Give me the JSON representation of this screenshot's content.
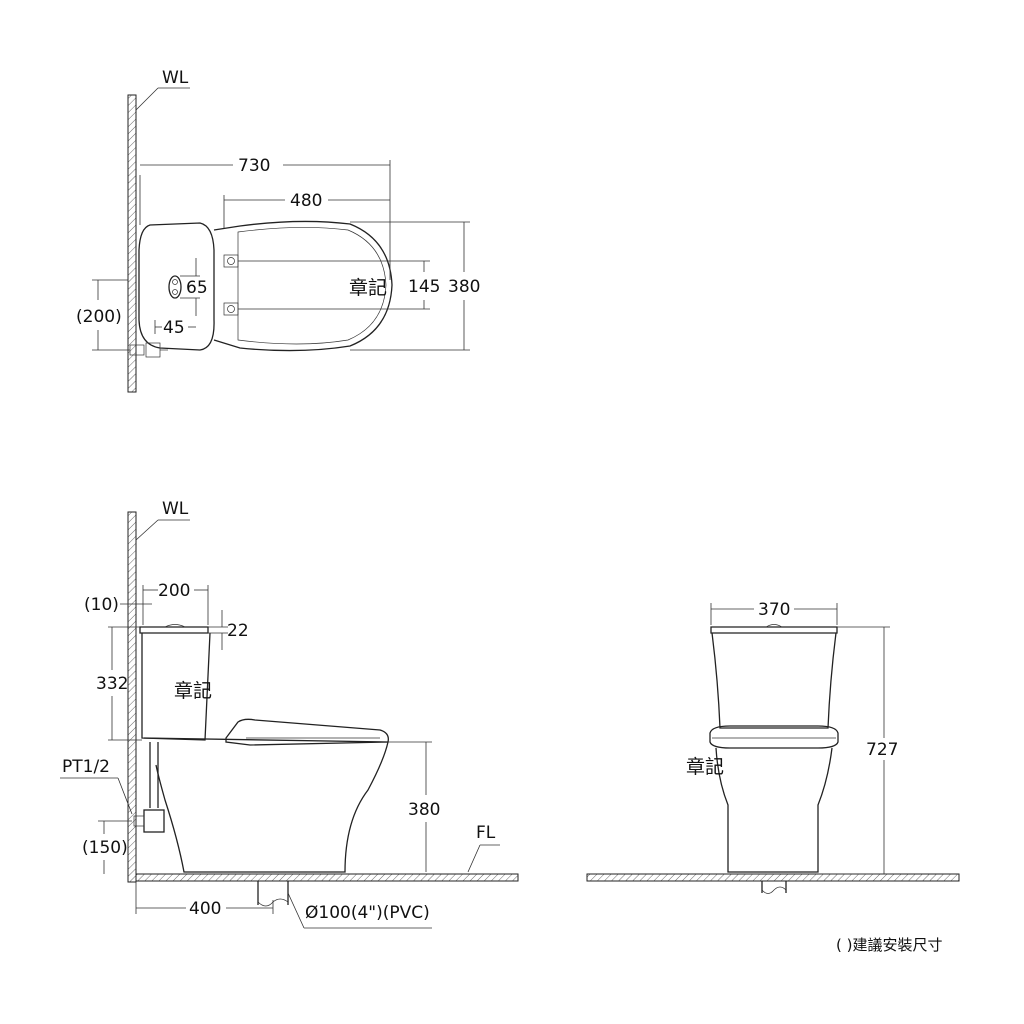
{
  "labels": {
    "wall": "WL",
    "floor": "FL",
    "brand_mark": "章記",
    "pipe_thread": "PT1/2",
    "drain_pipe": "Ø100(4\")(PVC)",
    "note": "( )建議安裝尺寸"
  },
  "top_view": {
    "overall_length": "730",
    "seat_length": "480",
    "overall_width": "380",
    "hinge_spacing": "145",
    "button_height": "65",
    "button_offset": "45",
    "supply_height": "(200)"
  },
  "side_view": {
    "tank_depth": "200",
    "wall_gap": "(10)",
    "lid_thickness": "22",
    "tank_height": "332",
    "seat_height": "380",
    "supply_height": "(150)",
    "rough_in": "400"
  },
  "front_view": {
    "tank_width": "370",
    "total_height": "727"
  }
}
